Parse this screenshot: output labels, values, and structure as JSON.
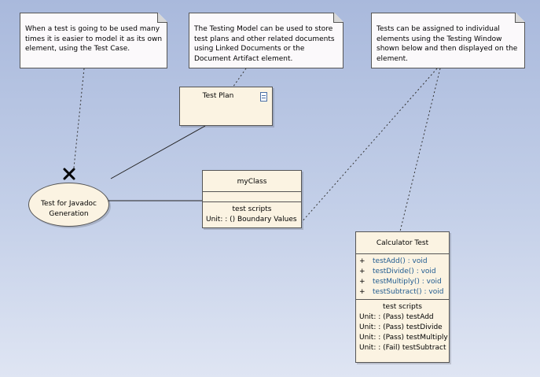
{
  "notes": [
    {
      "id": "note-test-case",
      "lines": [
        "When a test is going to be used many",
        "times it is easier to model it as its own",
        "element, using the Test Case."
      ]
    },
    {
      "id": "note-testing-model",
      "lines": [
        "The Testing Model can be used to store",
        "test plans and other related documents",
        "using Linked Documents or the",
        "Document Artifact element."
      ]
    },
    {
      "id": "note-testing-window",
      "lines": [
        "Tests can be assigned to individual",
        "elements using the Testing Window",
        "shown below and then displayed on the",
        "element."
      ]
    }
  ],
  "test_plan": {
    "title": "Test Plan",
    "icon": "document-icon"
  },
  "use_case": {
    "label_lines": [
      "Test for Javadoc",
      "Generation"
    ],
    "icon": "x-mark-icon"
  },
  "my_class": {
    "name": "myClass",
    "scripts_title": "test scripts",
    "scripts": [
      "Unit: : () Boundary Values"
    ]
  },
  "calculator": {
    "name": "Calculator Test",
    "operations": [
      {
        "visibility": "+",
        "name": "testAdd()",
        "sig": " : void"
      },
      {
        "visibility": "+",
        "name": "testDivide()",
        "sig": " : void"
      },
      {
        "visibility": "+",
        "name": "testMultiply()",
        "sig": " : void"
      },
      {
        "visibility": "+",
        "name": "testSubtract()",
        "sig": " : void"
      }
    ],
    "scripts_title": "test scripts",
    "scripts": [
      "Unit: : (Pass) testAdd",
      "Unit: : (Pass) testDivide",
      "Unit: : (Pass) testMultiply",
      "Unit: : (Fail) testSubtract"
    ]
  },
  "colors": {
    "background_top": "#a9b9dc",
    "background_bottom": "#dfe5f3",
    "note_fill": "#fbf9fb",
    "element_fill": "#fbf3e2",
    "operation_text": "#1f5a8f"
  }
}
